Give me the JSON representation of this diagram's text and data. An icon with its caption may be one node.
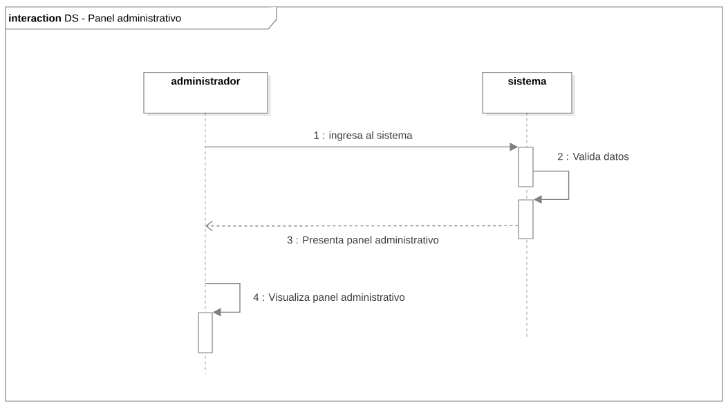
{
  "diagram": {
    "nodes": [
      {
        "text": [
          "**interaction** DS - Panel administrativo"
        ]
      },
      {
        "text": [
          "administrador"
        ],
        "in": 0
      },
      {
        "text": [
          "sistema"
        ],
        "in": 0
      },
      {
        "text": [],
        "shape": "line",
        "in": 0
      },
      {
        "text": [],
        "shape": "line",
        "in": 0
      },
      {
        "text": [],
        "shape": "bar",
        "in": 0
      },
      {
        "text": [],
        "shape": "bar",
        "in": 0
      },
      {
        "text": [],
        "shape": "bar",
        "in": 0
      }
    ],
    "edges": [
      {
        "from": 3,
        "to": 5,
        "arrow": "to",
        "label": "1 : ingresa al sistema"
      },
      {
        "from": 5,
        "to": 6,
        "arrow": "to",
        "label": "2 : Valida datos"
      },
      {
        "from": 6,
        "to": 3,
        "arrow": "to",
        "label": "3 : Presenta panel administrativo",
        "style": "dashed"
      },
      {
        "from": 3,
        "to": 7,
        "arrow": "to",
        "label": "4 : Visualiza panel administrativo"
      }
    ]
  }
}
